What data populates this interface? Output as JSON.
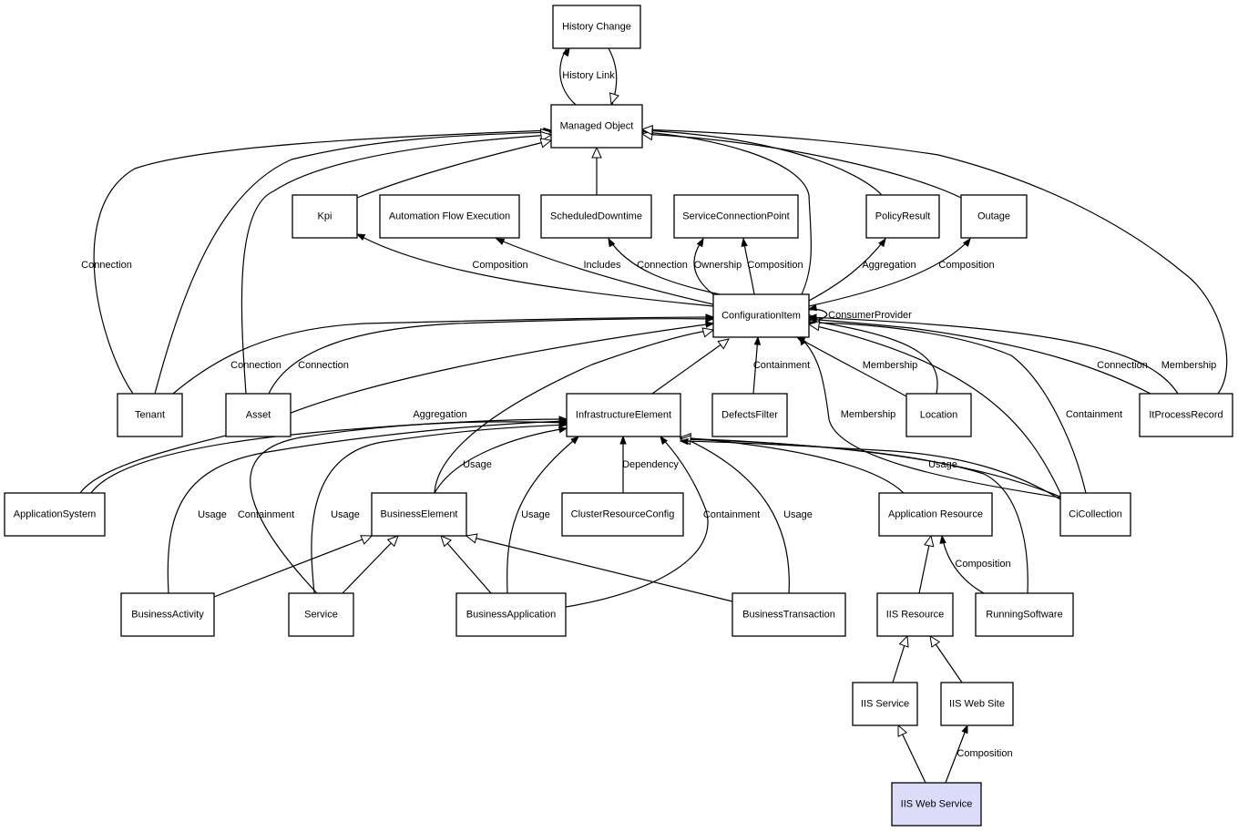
{
  "diagram": {
    "type": "class-relationship-graph",
    "focus_node": "IIS Web Service",
    "colors": {
      "focus_fill": "#dcdcfa",
      "node_fill": "#ffffff",
      "stroke": "#000000"
    },
    "nodes": [
      {
        "id": "history_change",
        "label": "History Change"
      },
      {
        "id": "managed_object",
        "label": "Managed Object"
      },
      {
        "id": "kpi",
        "label": "Kpi"
      },
      {
        "id": "automation_flow_execution",
        "label": "Automation Flow Execution"
      },
      {
        "id": "scheduled_downtime",
        "label": "ScheduledDowntime"
      },
      {
        "id": "service_connection_point",
        "label": "ServiceConnectionPoint"
      },
      {
        "id": "policy_result",
        "label": "PolicyResult"
      },
      {
        "id": "outage",
        "label": "Outage"
      },
      {
        "id": "configuration_item",
        "label": "ConfigurationItem"
      },
      {
        "id": "tenant",
        "label": "Tenant"
      },
      {
        "id": "asset",
        "label": "Asset"
      },
      {
        "id": "infrastructure_element",
        "label": "InfrastructureElement"
      },
      {
        "id": "defects_filter",
        "label": "DefectsFilter"
      },
      {
        "id": "location",
        "label": "Location"
      },
      {
        "id": "it_process_record",
        "label": "ItProcessRecord"
      },
      {
        "id": "application_system",
        "label": "ApplicationSystem"
      },
      {
        "id": "business_element",
        "label": "BusinessElement"
      },
      {
        "id": "cluster_resource_config",
        "label": "ClusterResourceConfig"
      },
      {
        "id": "application_resource",
        "label": "Application Resource"
      },
      {
        "id": "ci_collection",
        "label": "CiCollection"
      },
      {
        "id": "business_activity",
        "label": "BusinessActivity"
      },
      {
        "id": "service",
        "label": "Service"
      },
      {
        "id": "business_application",
        "label": "BusinessApplication"
      },
      {
        "id": "business_transaction",
        "label": "BusinessTransaction"
      },
      {
        "id": "iis_resource",
        "label": "IIS Resource"
      },
      {
        "id": "running_software",
        "label": "RunningSoftware"
      },
      {
        "id": "iis_service",
        "label": "IIS Service"
      },
      {
        "id": "iis_web_site",
        "label": "IIS Web Site"
      },
      {
        "id": "iis_web_service",
        "label": "IIS Web Service",
        "focus": true
      }
    ],
    "edges": [
      {
        "from": "managed_object",
        "to": "history_change",
        "label": "History Link",
        "kind": "association"
      },
      {
        "from": "history_change",
        "to": "managed_object",
        "label": "",
        "kind": "inheritance"
      },
      {
        "from": "tenant",
        "to": "managed_object",
        "label": "Connection",
        "kind": "association"
      },
      {
        "from": "tenant",
        "to": "managed_object",
        "label": "",
        "kind": "inheritance"
      },
      {
        "from": "asset",
        "to": "managed_object",
        "label": "",
        "kind": "inheritance"
      },
      {
        "from": "kpi",
        "to": "managed_object",
        "label": "",
        "kind": "inheritance"
      },
      {
        "from": "scheduled_downtime",
        "to": "managed_object",
        "label": "",
        "kind": "inheritance"
      },
      {
        "from": "configuration_item",
        "to": "managed_object",
        "label": "",
        "kind": "inheritance"
      },
      {
        "from": "policy_result",
        "to": "managed_object",
        "label": "",
        "kind": "inheritance"
      },
      {
        "from": "outage",
        "to": "managed_object",
        "label": "",
        "kind": "inheritance"
      },
      {
        "from": "it_process_record",
        "to": "managed_object",
        "label": "",
        "kind": "inheritance"
      },
      {
        "from": "configuration_item",
        "to": "kpi",
        "label": "Composition",
        "kind": "association"
      },
      {
        "from": "configuration_item",
        "to": "automation_flow_execution",
        "label": "Includes",
        "kind": "association"
      },
      {
        "from": "configuration_item",
        "to": "scheduled_downtime",
        "label": "Connection",
        "kind": "association"
      },
      {
        "from": "configuration_item",
        "to": "service_connection_point",
        "label": "Ownership",
        "kind": "association"
      },
      {
        "from": "configuration_item",
        "to": "service_connection_point",
        "label": "Composition",
        "kind": "association"
      },
      {
        "from": "configuration_item",
        "to": "policy_result",
        "label": "Aggregation",
        "kind": "association"
      },
      {
        "from": "configuration_item",
        "to": "outage",
        "label": "Composition",
        "kind": "association"
      },
      {
        "from": "configuration_item",
        "to": "configuration_item",
        "label": "ConsumerProvider",
        "kind": "association"
      },
      {
        "from": "tenant",
        "to": "configuration_item",
        "label": "Connection",
        "kind": "association"
      },
      {
        "from": "asset",
        "to": "configuration_item",
        "label": "Connection",
        "kind": "association"
      },
      {
        "from": "application_system",
        "to": "configuration_item",
        "label": "Aggregation",
        "kind": "association"
      },
      {
        "from": "business_element",
        "to": "configuration_item",
        "label": "",
        "kind": "inheritance"
      },
      {
        "from": "infrastructure_element",
        "to": "configuration_item",
        "label": "",
        "kind": "inheritance"
      },
      {
        "from": "defects_filter",
        "to": "configuration_item",
        "label": "Containment",
        "kind": "association"
      },
      {
        "from": "location",
        "to": "configuration_item",
        "label": "Membership",
        "kind": "association"
      },
      {
        "from": "location",
        "to": "configuration_item",
        "label": "",
        "kind": "inheritance"
      },
      {
        "from": "ci_collection",
        "to": "configuration_item",
        "label": "Membership",
        "kind": "association"
      },
      {
        "from": "ci_collection",
        "to": "configuration_item",
        "label": "Containment",
        "kind": "association"
      },
      {
        "from": "ci_collection",
        "to": "configuration_item",
        "label": "",
        "kind": "inheritance"
      },
      {
        "from": "it_process_record",
        "to": "configuration_item",
        "label": "Connection",
        "kind": "association"
      },
      {
        "from": "it_process_record",
        "to": "configuration_item",
        "label": "Membership",
        "kind": "association"
      },
      {
        "from": "application_system",
        "to": "infrastructure_element",
        "label": "",
        "kind": "association"
      },
      {
        "from": "business_activity",
        "to": "infrastructure_element",
        "label": "Usage",
        "kind": "association"
      },
      {
        "from": "service",
        "to": "infrastructure_element",
        "label": "Containment",
        "kind": "association"
      },
      {
        "from": "service",
        "to": "infrastructure_element",
        "label": "Usage",
        "kind": "association"
      },
      {
        "from": "business_element",
        "to": "infrastructure_element",
        "label": "Usage",
        "kind": "association"
      },
      {
        "from": "business_application",
        "to": "infrastructure_element",
        "label": "Usage",
        "kind": "association"
      },
      {
        "from": "cluster_resource_config",
        "to": "infrastructure_element",
        "label": "Dependency",
        "kind": "association"
      },
      {
        "from": "business_application",
        "to": "infrastructure_element",
        "label": "Containment",
        "kind": "association"
      },
      {
        "from": "business_transaction",
        "to": "infrastructure_element",
        "label": "Usage",
        "kind": "association"
      },
      {
        "from": "ci_collection",
        "to": "infrastructure_element",
        "label": "Usage",
        "kind": "association"
      },
      {
        "from": "application_resource",
        "to": "infrastructure_element",
        "label": "",
        "kind": "inheritance"
      },
      {
        "from": "running_software",
        "to": "infrastructure_element",
        "label": "",
        "kind": "inheritance"
      },
      {
        "from": "ci_collection",
        "to": "infrastructure_element",
        "label": "",
        "kind": "association"
      },
      {
        "from": "business_activity",
        "to": "business_element",
        "label": "",
        "kind": "inheritance"
      },
      {
        "from": "service",
        "to": "business_element",
        "label": "",
        "kind": "inheritance"
      },
      {
        "from": "business_application",
        "to": "business_element",
        "label": "",
        "kind": "inheritance"
      },
      {
        "from": "business_transaction",
        "to": "business_element",
        "label": "",
        "kind": "inheritance"
      },
      {
        "from": "iis_resource",
        "to": "application_resource",
        "label": "",
        "kind": "inheritance"
      },
      {
        "from": "running_software",
        "to": "application_resource",
        "label": "Composition",
        "kind": "association"
      },
      {
        "from": "iis_service",
        "to": "iis_resource",
        "label": "",
        "kind": "inheritance"
      },
      {
        "from": "iis_web_site",
        "to": "iis_resource",
        "label": "",
        "kind": "inheritance"
      },
      {
        "from": "iis_web_service",
        "to": "iis_service",
        "label": "",
        "kind": "inheritance"
      },
      {
        "from": "iis_web_service",
        "to": "iis_web_site",
        "label": "Composition",
        "kind": "association"
      }
    ]
  }
}
